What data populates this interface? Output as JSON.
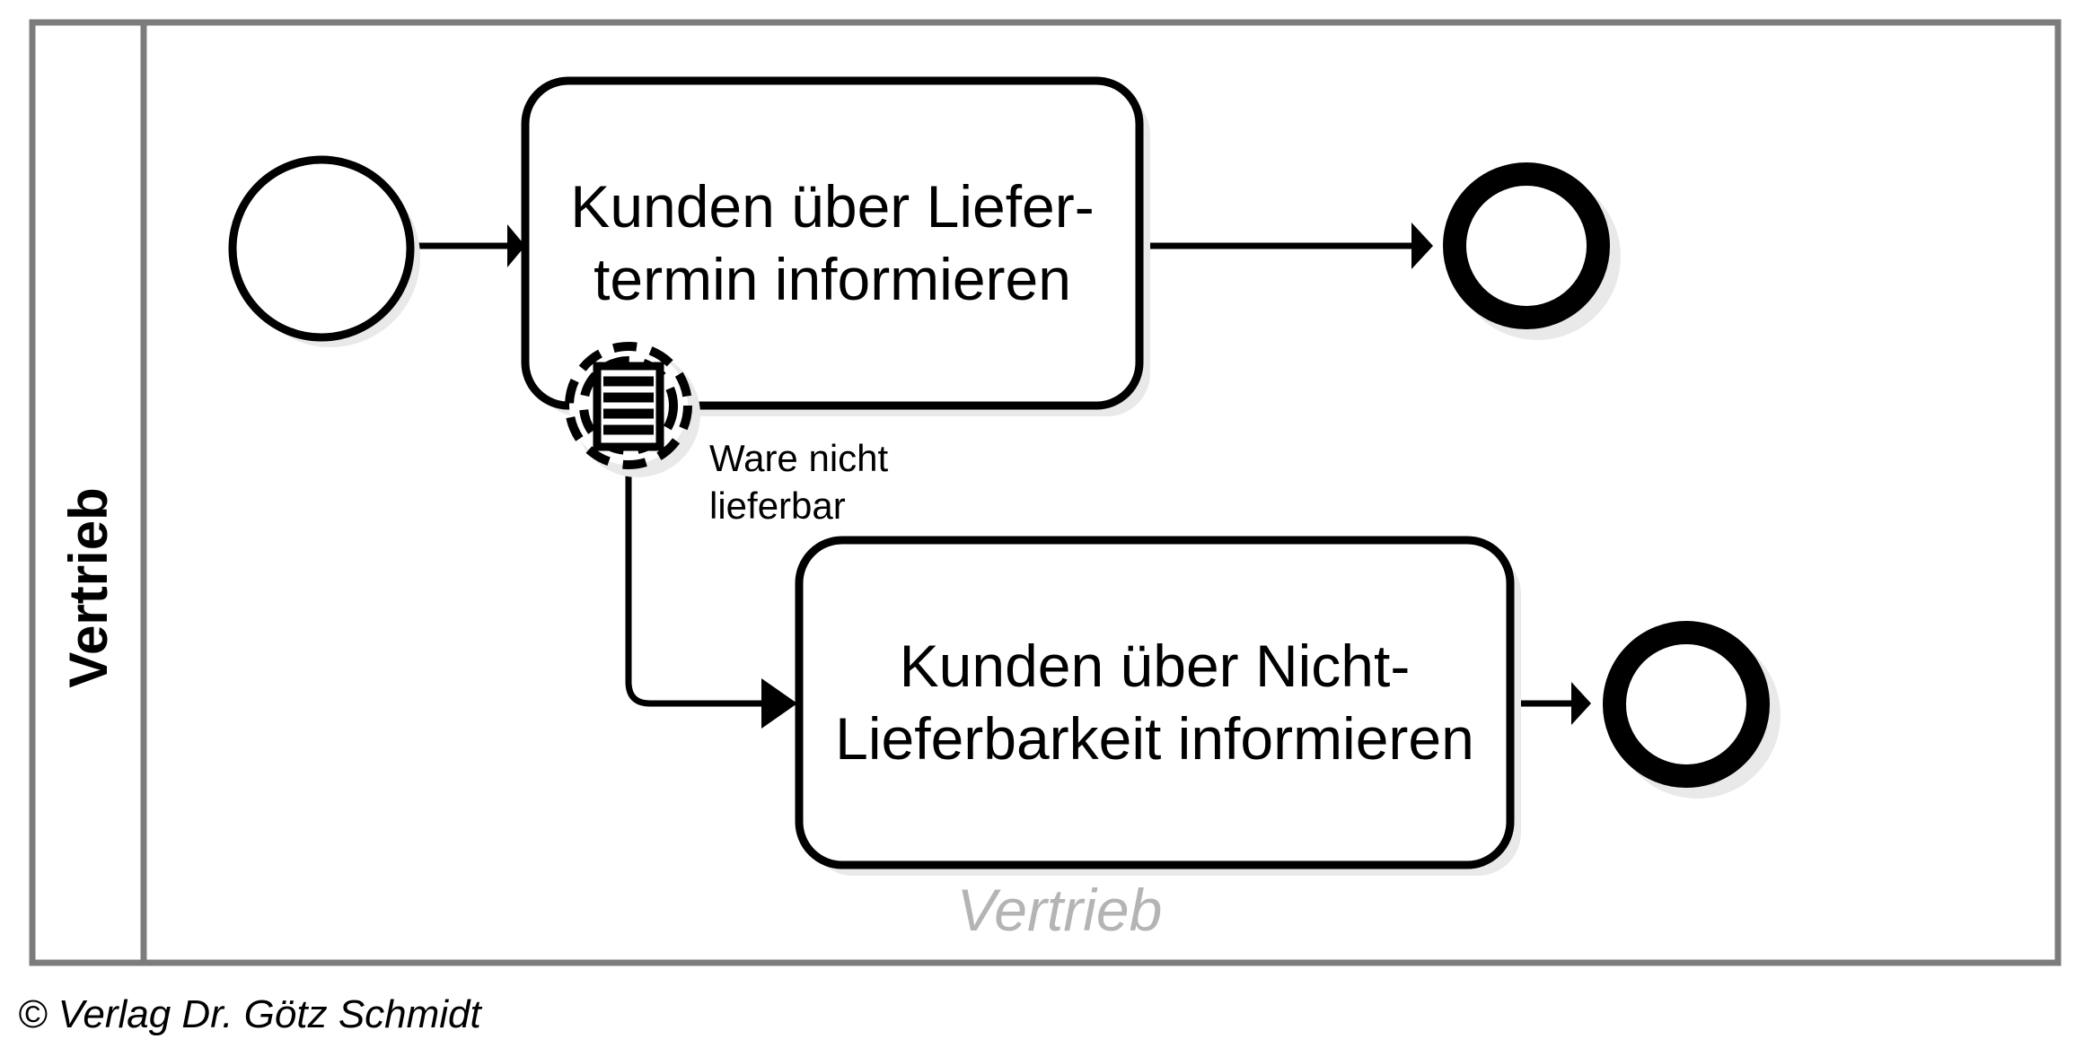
{
  "diagram": {
    "type": "bpmn-process",
    "pool": {
      "lane_label": "Vertrieb",
      "watermark_label": "Vertrieb",
      "border_color": "#7c7c7c",
      "background_color": "#ffffff"
    },
    "elements": {
      "start_event": {
        "name": "start-event",
        "kind": "start-event",
        "label": ""
      },
      "task_upper": {
        "name": "task-inform-delivery-date",
        "kind": "task",
        "line1": "Kunden über Liefer-",
        "line2": "termin informieren"
      },
      "boundary_event": {
        "name": "boundary-event-conditional",
        "kind": "boundary-event-conditional-non-interrupting",
        "icon": "conditional-rule-icon"
      },
      "boundary_flow_label": {
        "name": "flow-label-goods-unavailable",
        "line1": "Ware nicht",
        "line2": "lieferbar"
      },
      "end_event_upper": {
        "name": "end-event-upper",
        "kind": "end-event",
        "label": ""
      },
      "task_lower": {
        "name": "task-inform-non-deliverability",
        "kind": "task",
        "line1": "Kunden über Nicht-",
        "line2": "Lieferbarkeit informieren"
      },
      "end_event_lower": {
        "name": "end-event-lower",
        "kind": "end-event",
        "label": ""
      }
    },
    "flows": [
      {
        "name": "flow-start-to-task-upper",
        "label": ""
      },
      {
        "name": "flow-task-upper-to-end-upper",
        "label": ""
      },
      {
        "name": "flow-boundary-to-task-lower",
        "label": "Ware nicht lieferbar"
      },
      {
        "name": "flow-task-lower-to-end-lower",
        "label": ""
      }
    ]
  },
  "footer": {
    "copyright": "© Verlag Dr. Götz Schmidt"
  },
  "colors": {
    "pool_border": "#7c7c7c",
    "shape_stroke": "#000000",
    "shadow": "#e9e9e9",
    "watermark": "#b4b4b4",
    "canvas": "#ffffff"
  }
}
